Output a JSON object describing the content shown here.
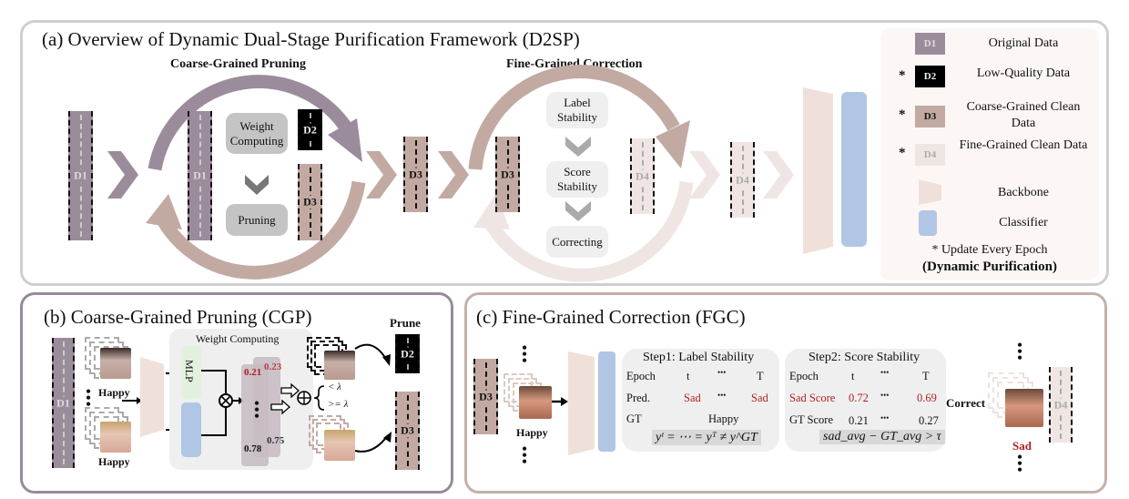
{
  "panel_a": {
    "title": "(a) Overview of Dynamic Dual-Stage Purification Framework (D2SP)",
    "cgp_heading": "Coarse-Grained Pruning",
    "fgc_heading": "Fine-Grained Correction",
    "cgp_steps": [
      "Weight Computing",
      "Pruning"
    ],
    "fgc_steps": [
      "Label Stability",
      "Score Stability",
      "Correcting"
    ],
    "data_labels": {
      "d1": "D1",
      "d2": "D2",
      "d3": "D3",
      "d4": "D4"
    }
  },
  "legend": {
    "items": [
      {
        "tag": "D1",
        "label": "Original Data",
        "star": "",
        "color": "#9b8c9c"
      },
      {
        "tag": "D2",
        "label": "Low-Quality Data",
        "star": "*",
        "color": "#000000"
      },
      {
        "tag": "D3",
        "label": "Coarse-Grained Clean Data",
        "star": "*",
        "color": "#c2aaa2"
      },
      {
        "tag": "D4",
        "label": "Fine-Grained Clean Data",
        "star": "*",
        "color": "#efe6e3"
      },
      {
        "tag": "",
        "label": "Backbone",
        "star": "",
        "color": "#efe1d9"
      },
      {
        "tag": "",
        "label": "Classifier",
        "star": "",
        "color": "#b0c6e4"
      }
    ],
    "note": "* Update Every Epoch",
    "note_bold": "(Dynamic Purification)"
  },
  "panel_b": {
    "title": "(b) Coarse-Grained Pruning (CGP)",
    "d1": "D1",
    "sample_labels": [
      "Happy",
      "Happy"
    ],
    "weight_box_title": "Weight Computing",
    "mlp_label": "MLP",
    "scores": {
      "top_front": "0.21",
      "top_back": "0.23",
      "bottom_front": "0.78",
      "bottom_back": "0.75"
    },
    "thresholds": [
      "< λ",
      ">= λ"
    ],
    "prune_label": "Prune",
    "d2": "D2",
    "d3": "D3",
    "multiply_symbol": "⊗",
    "add_symbol": "⊕"
  },
  "panel_c": {
    "title": "(c) Fine-Grained Correction (FGC)",
    "d3": "D3",
    "input_label": "Happy",
    "step1": {
      "title": "Step1: Label Stability",
      "rows": [
        [
          "Epoch",
          "t",
          "•••",
          "T"
        ],
        [
          "Pred.",
          "Sad",
          "•••",
          "Sad"
        ],
        [
          "GT",
          "Happy"
        ]
      ],
      "formula": "yᵗ = ⋯ = yᵀ ≠ y^GT"
    },
    "step2": {
      "title": "Step2: Score Stability",
      "rows": [
        [
          "Epoch",
          "t",
          "•••",
          "T"
        ],
        [
          "Sad Score",
          "0.72",
          "•••",
          "0.69"
        ],
        [
          "GT Score",
          "0.21",
          "•••",
          "0.27"
        ]
      ],
      "formula": "sad_avg − GT_avg > τ"
    },
    "correct_label": "Correct",
    "output_label": "Sad",
    "d4": "D4"
  },
  "colors": {
    "purple": "#9b8c9c",
    "brown": "#c2aaa2",
    "light": "#efe6e3",
    "backbone": "#efe1d9",
    "classifier": "#b0c6e4",
    "red": "#b32020"
  }
}
